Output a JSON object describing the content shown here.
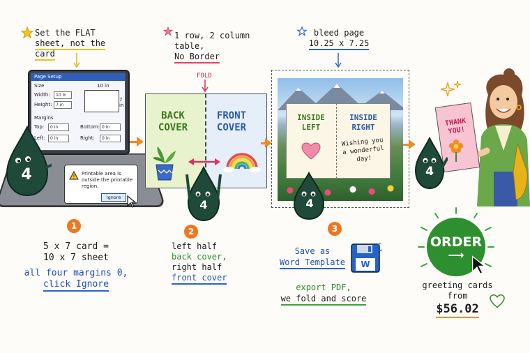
{
  "step1": {
    "top_note_line1": "Set the FLAT",
    "top_note_line2": "sheet, not the card",
    "dialog": {
      "title": "Page Setup",
      "size_label": "Size",
      "width_label": "Width:",
      "width_value": "10 in",
      "height_label": "Height:",
      "height_value": "7 in",
      "preview_width": "10 in",
      "preview_height": "7 in",
      "margins_label": "Margins",
      "top_label": "Top:",
      "top_value": "0 in",
      "bottom_label": "Bottom:",
      "bottom_value": "0 in",
      "left_label": "Left:",
      "left_value": "0 in",
      "right_label": "Right:",
      "right_value": "0 in"
    },
    "warning_text": "Printable area is outside the printable region.",
    "ignore_label": "Ignore",
    "mascot_number": "4",
    "badge": "1",
    "caption_line1": "5 x 7 card =",
    "caption_line2": "10 x 7 sheet",
    "caption_line3": "all four margins 0,",
    "caption_line4": "click Ignore"
  },
  "step2": {
    "top_note_line1": "1 row, 2 column table,",
    "top_note_line2": "No Border",
    "fold_label": "FOLD",
    "back_cover": "BACK COVER",
    "front_cover": "FRONT COVER",
    "mascot_number": "4",
    "badge": "2",
    "caption_line1": "left half",
    "caption_line2": "back cover,",
    "caption_line3": "right half",
    "caption_line4": "front cover"
  },
  "step3": {
    "top_note_line1": "bleed page",
    "top_note_line2": "10.25 x 7.25",
    "inside_left": "INSIDE LEFT",
    "inside_right": "INSIDE RIGHT",
    "wish_text": "Wishing you a wonderful day!",
    "mascot_number": "4",
    "badge": "3",
    "save_line1": "Save as",
    "save_line2": "Word Template",
    "floppy_letter": "W",
    "export_line1": "export PDF,",
    "export_line2": "we fold and score"
  },
  "step4": {
    "card_text": "THANK YOU!",
    "mascot_number": "4",
    "order_label": "ORDER",
    "price_line1": "greeting cards",
    "price_line2": "from",
    "price": "$56.02"
  },
  "colors": {
    "accent_orange": "#f08a24",
    "mascot_green": "#1f4a3a",
    "order_green": "#2e8f2e",
    "blue_text": "#1f4fb8",
    "green_text": "#2f8a2f"
  }
}
